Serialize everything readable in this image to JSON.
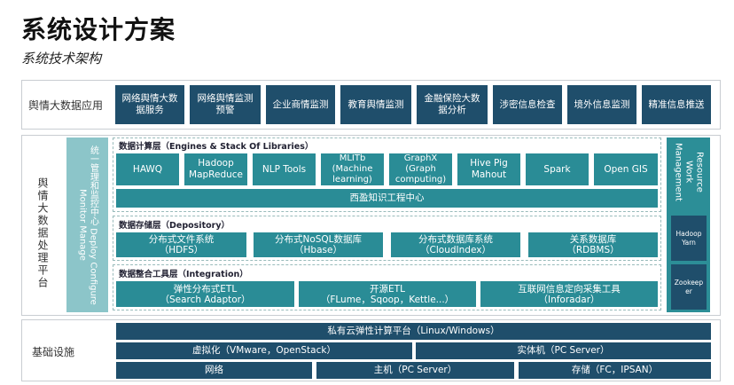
{
  "title": "系统设计方案",
  "subtitle": "系统技术架构",
  "app_layer": {
    "label": "舆情大数据应用",
    "items": [
      "网络舆情大数据服务",
      "网络舆情监测预警",
      "企业商情监测",
      "教育舆情监测",
      "金融保险大数据分析",
      "涉密信息检查",
      "境外信息监测",
      "精准信息推送"
    ]
  },
  "processing_layer": {
    "label": "舆情大数据处理平台",
    "left_panel": "统一管理和监控中心 Deploy Configure Monitor Manage",
    "compute": {
      "title": "数据计算层（Engines & Stack Of Libraries）",
      "items": [
        "HAWQ",
        "Hadoop MapReduce",
        "NLP Tools",
        "MLITb (Machine learning)",
        "GraphX (Graph computing)",
        "Hive Pig Mahout",
        "Spark",
        "Open GIS"
      ],
      "bar": "西盈知识工程中心"
    },
    "storage": {
      "title": "数据存储层（Depository）",
      "items": [
        "分布式文件系统\n（HDFS）",
        "分布式NoSQL数据库\n（Hbase）",
        "分布式数据库系统\n（CloudIndex）",
        "关系数据库\n（RDBMS）"
      ]
    },
    "integration": {
      "title": "数据整合工具层（Integration）",
      "items": [
        "弹性分布式ETL\n（Search Adaptor）",
        "开源ETL\n（FLume，Sqoop，Kettle...）",
        "互联网信息定向采集工具\n（Inforadar）"
      ]
    },
    "right_panel": {
      "title": "Resource Work Management",
      "items": [
        "Hadoop Yarn",
        "Zookeeper"
      ]
    }
  },
  "infra_layer": {
    "label": "基础设施",
    "row1": "私有云弹性计算平台（Linux/Windows）",
    "row2": [
      "虚拟化（VMware，OpenStack）",
      "实体机（PC Server）"
    ],
    "row3": [
      "网络",
      "主机（PC Server）",
      "存储（FC，IPSAN）"
    ]
  },
  "colors": {
    "dark": "#1f4e6b",
    "teal": "#2a8c96",
    "lightteal": "#8cc5c9"
  }
}
